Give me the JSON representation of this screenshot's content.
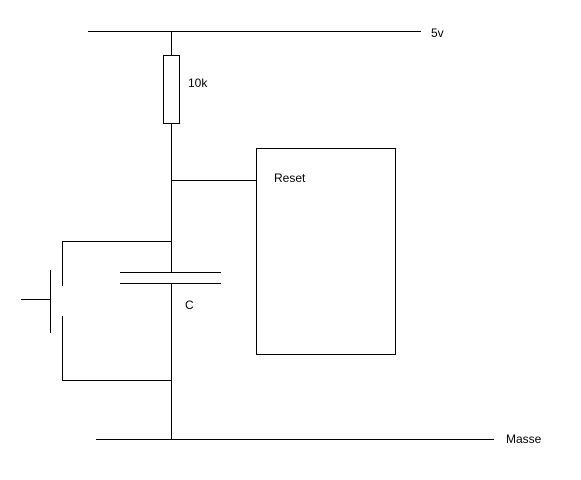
{
  "labels": {
    "supply": "5v",
    "resistor": "10k",
    "reset_pin": "Reset",
    "capacitor": "C",
    "ground": "Masse"
  },
  "colors": {
    "background": "#ffffff",
    "line": "#000000"
  }
}
